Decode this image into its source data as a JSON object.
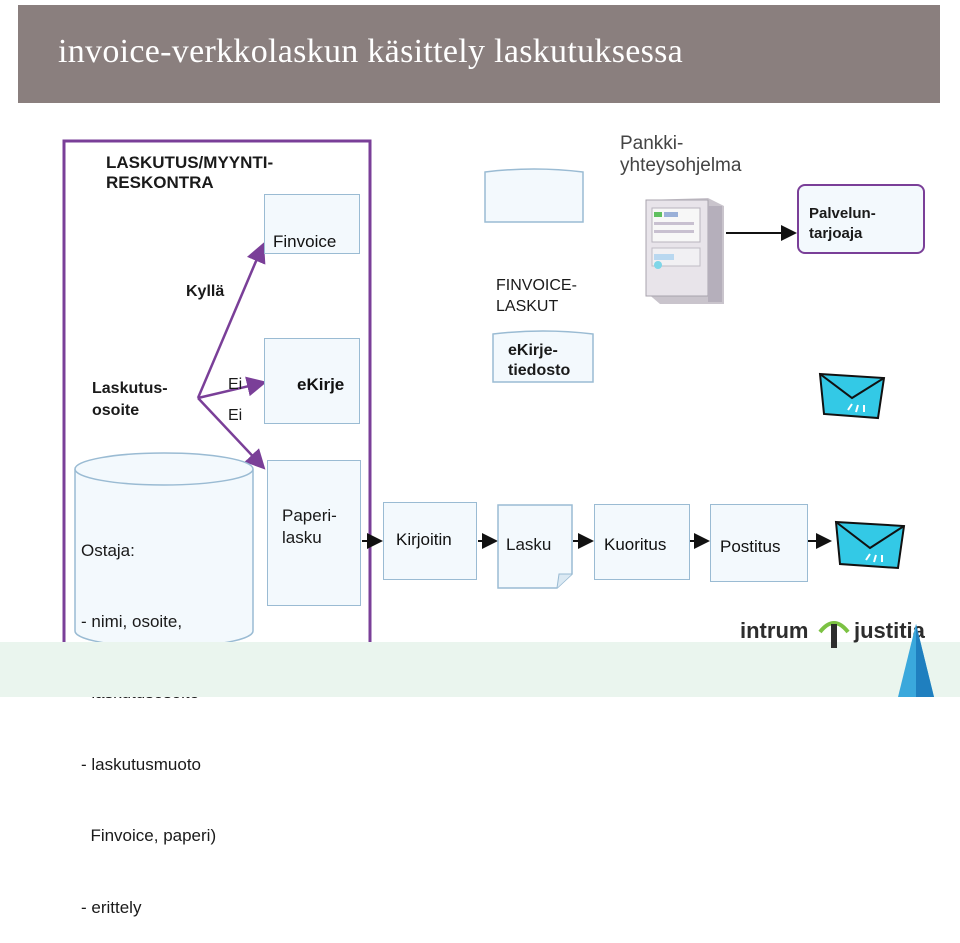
{
  "title": "invoice-verkkolaskun käsittely laskutuksessa",
  "ledger": {
    "line1": "LASKUTUS/MYYNTI-",
    "line2": "RESKONTRA"
  },
  "finvoice_box": "Finvoice",
  "kylla": "Kyllä",
  "laskutusosoite": {
    "line1": "Laskutus-",
    "line2": "osoite"
  },
  "ei1": "Ei",
  "ei2": "Ei",
  "ekirje_box": "eKirje",
  "finvoice_laskut": {
    "line1": "FINVOICE-",
    "line2": "LASKUT"
  },
  "ekirjetiedosto": {
    "line1": "eKirje-",
    "line2": "tiedosto"
  },
  "pankki": {
    "line1": "Pankki-",
    "line2": "yhteysohjelma"
  },
  "palveluntarjoaja": {
    "line1": "Palvelun-",
    "line2": "tarjoaja"
  },
  "ostaja": {
    "lines": [
      "Ostaja:",
      "- nimi, osoite,",
      "- laskutusosoite",
      "- laskutusmuoto",
      "  Finvoice, paperi)",
      "- erittely"
    ]
  },
  "paperilasku": {
    "line1": "Paperi-",
    "line2": "lasku"
  },
  "process": [
    "Kirjoitin",
    "Lasku",
    "Kuoritus",
    "Postitus"
  ],
  "logo": {
    "left": "intrum",
    "right": "justitia"
  },
  "colors": {
    "purple": "#7a3f98",
    "title_bg": "#8a7f7e",
    "box_fill": "#f3f9fd",
    "box_border": "#9abbd3",
    "envelope": "#33c9e6"
  }
}
